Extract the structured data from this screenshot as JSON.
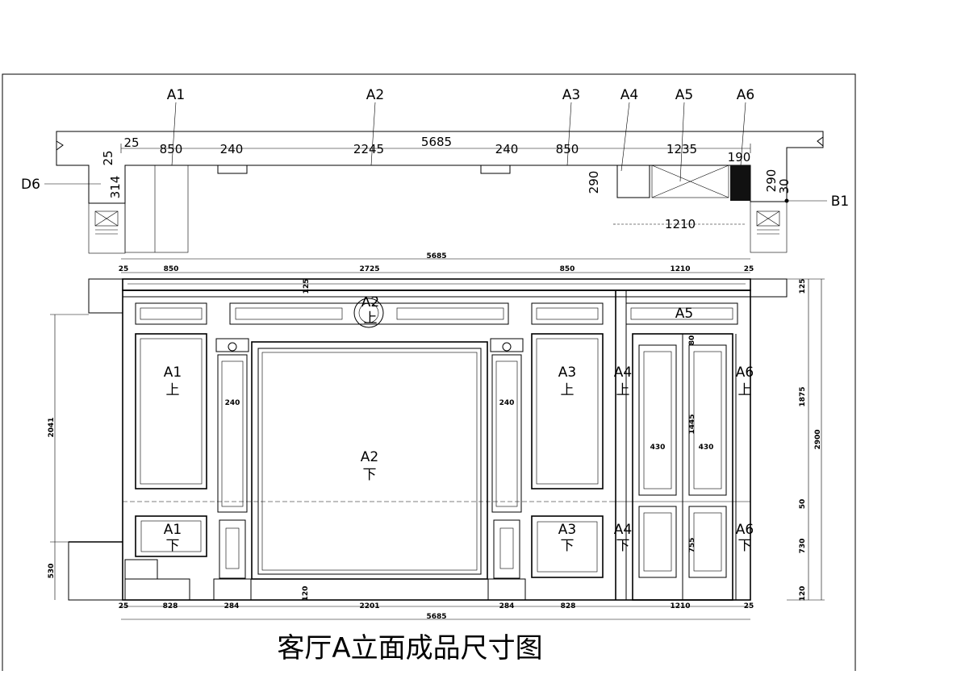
{
  "plan": {
    "callouts": [
      "A1",
      "A2",
      "A3",
      "A4",
      "A5",
      "A6"
    ],
    "d6": "D6",
    "b1": "B1",
    "dims_top": [
      "25",
      "850",
      "240",
      "2245",
      "5685",
      "240",
      "850",
      "1235",
      "190"
    ],
    "dim_25v": "25",
    "dim_314": "314",
    "dim_290_left": "290",
    "dim_290_right": "290",
    "dim_30": "30",
    "dim_1210": "1210"
  },
  "elevation": {
    "top_overall": "5685",
    "top_dims": [
      "25",
      "850",
      "2725",
      "850",
      "1210",
      "25"
    ],
    "dim_125_top": "125",
    "bottom_dims": [
      "25",
      "828",
      "284",
      "2201",
      "284",
      "828",
      "1210",
      "25"
    ],
    "bottom_overall": "5685",
    "dim_120_bottom": "120",
    "left_dims": [
      "2041",
      "530"
    ],
    "right_dims": [
      "125",
      "1875",
      "2900",
      "50",
      "730",
      "120"
    ],
    "panel_labels": {
      "a1_upper": [
        "A1",
        "上"
      ],
      "a1_lower": [
        "A1",
        "下"
      ],
      "a2_upper": [
        "A2",
        "上"
      ],
      "a2_lower": [
        "A2",
        "下"
      ],
      "a3_upper": [
        "A3",
        "上"
      ],
      "a3_lower": [
        "A3",
        "下"
      ],
      "a4_upper": [
        "A4",
        "上"
      ],
      "a4_lower": [
        "A4",
        "下"
      ],
      "a5": "A5",
      "a6_upper": [
        "A6",
        "上"
      ],
      "a6_lower": [
        "A6",
        "下"
      ]
    },
    "pilaster_width": "240",
    "door_dims": {
      "w_left": "430",
      "w_right": "430",
      "h_upper": "1445",
      "h_lower": "755",
      "top_gap": "80"
    }
  },
  "title": "客厅A立面成品尺寸图"
}
